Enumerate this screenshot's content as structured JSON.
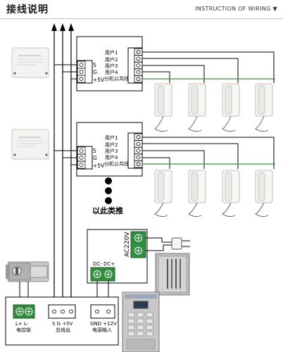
{
  "header": {
    "title": "接线说明",
    "subtitle": "INSTRUCTION OF WIRING ▼"
  },
  "distributor_1": {
    "inputs": [
      "S",
      "G",
      "+5V"
    ],
    "outputs": [
      "用户1",
      "用户2",
      "用户3",
      "用户4",
      "分机公共线"
    ]
  },
  "distributor_2": {
    "inputs": [
      "S",
      "G",
      "+5V"
    ],
    "outputs": [
      "用户1",
      "用户2",
      "用户3",
      "用户4",
      "分机公共线"
    ]
  },
  "continuation_text": "以此类推",
  "power_supply": {
    "ac_label": "AC220V",
    "dc_label": "DC- DC+"
  },
  "main_unit": {
    "lock_terminals": "L+  L-",
    "lock_label": "电控锁",
    "bus_terminals": "S   G  +5V",
    "bus_label": "总线出",
    "power_terminals": "GND +12V",
    "power_label": "电源输入"
  },
  "colors": {
    "green_wire": "#2f9a3e",
    "terminal_green": "#2f8f3c",
    "line": "#000000"
  }
}
